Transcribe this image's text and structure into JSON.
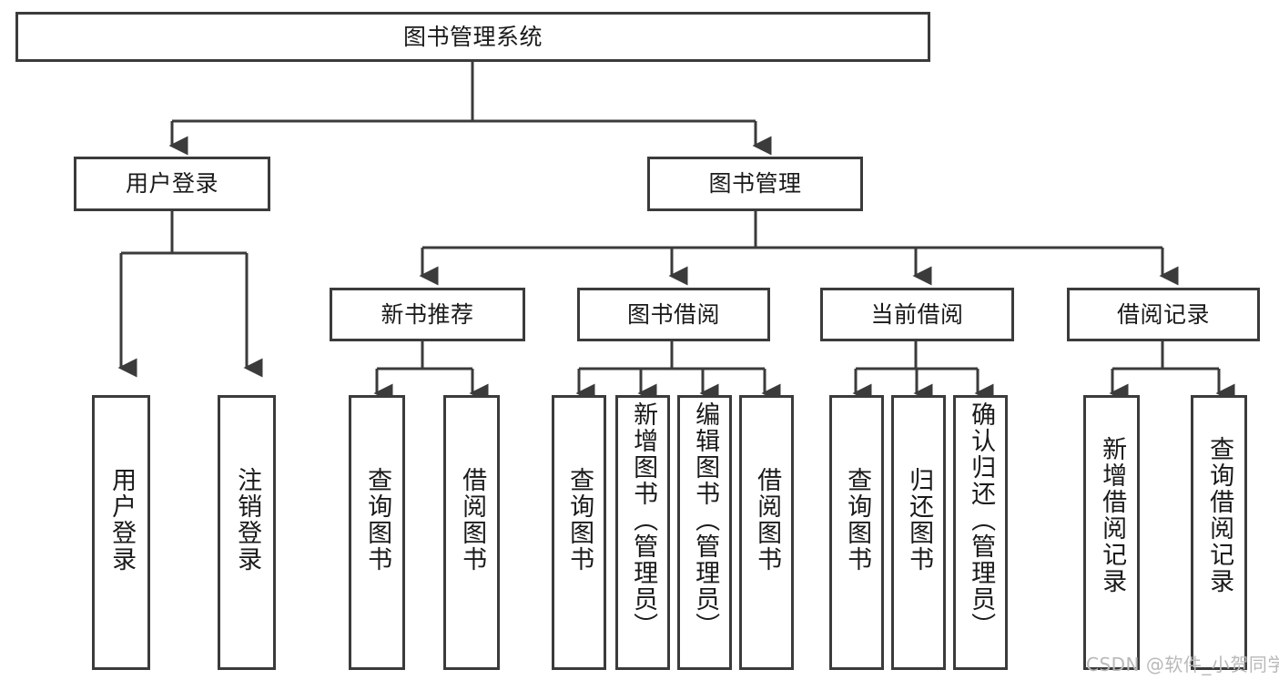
{
  "diagram": {
    "title": "图书管理系统",
    "type": "tree-hierarchy-diagram",
    "stroke_color": "#3b3b3b",
    "fill_color": "#ffffff",
    "text_color": "#1a1a1a"
  },
  "root": {
    "label": "图书管理系统"
  },
  "level2": [
    {
      "label": "用户登录"
    },
    {
      "label": "图书管理"
    }
  ],
  "level3": [
    {
      "label": "新书推荐"
    },
    {
      "label": "图书借阅"
    },
    {
      "label": "当前借阅"
    },
    {
      "label": "借阅记录"
    }
  ],
  "leaves": {
    "user_login": [
      {
        "label": "用户登录"
      },
      {
        "label": "注销登录"
      }
    ],
    "new_book": [
      {
        "label": "查询图书"
      },
      {
        "label": "借阅图书"
      }
    ],
    "book_borrow": [
      {
        "label": "查询图书"
      },
      {
        "label": "新增图书（管理员）"
      },
      {
        "label": "编辑图书（管理员）"
      },
      {
        "label": "借阅图书"
      }
    ],
    "current_borrow": [
      {
        "label": "查询图书"
      },
      {
        "label": "归还图书"
      },
      {
        "label": "确认归还（管理员）"
      }
    ],
    "borrow_record": [
      {
        "label": "新增借阅记录"
      },
      {
        "label": "查询借阅记录"
      }
    ]
  },
  "watermark": {
    "text": "CSDN @软件_小贺同学"
  }
}
